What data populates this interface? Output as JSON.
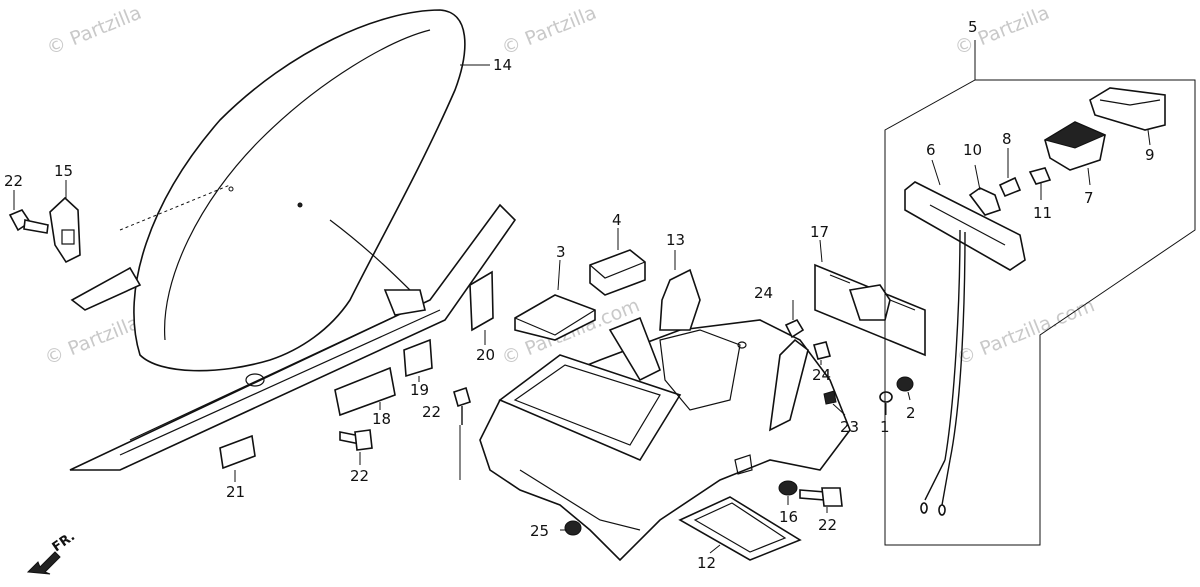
{
  "watermarks": [
    "© Partzilla",
    "© Partzilla",
    "© Partzilla",
    "© Partzilla.com",
    "© Partzilla.com",
    "© Partzilla.com"
  ],
  "direction_label": "FR.",
  "callouts": {
    "c1": "1",
    "c2": "2",
    "c3": "3",
    "c4": "4",
    "c5": "5",
    "c6": "6",
    "c7": "7",
    "c8": "8",
    "c9": "9",
    "c10": "10",
    "c11": "11",
    "c12": "12",
    "c13": "13",
    "c14": "14",
    "c15": "15",
    "c16": "16",
    "c17": "17",
    "c18": "18",
    "c19": "19",
    "c20": "20",
    "c21": "21",
    "c22a": "22",
    "c22b": "22",
    "c22c": "22",
    "c22d": "22",
    "c23": "23",
    "c24a": "24",
    "c24b": "24",
    "c25": "25"
  }
}
